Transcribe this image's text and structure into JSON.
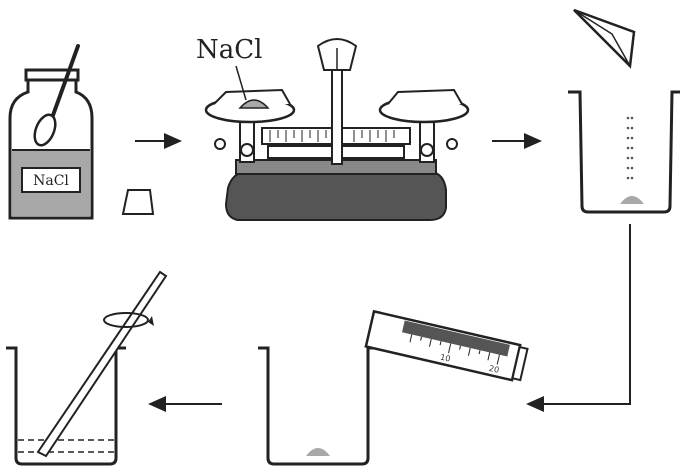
{
  "diagram": {
    "reagent_bottle": {
      "label": "NaCl"
    },
    "balance": {
      "label": "NaCl"
    },
    "graduated_cylinder": {
      "ticks": [
        "10",
        "20"
      ]
    },
    "colors": {
      "ink": "#222222",
      "gray_fill": "#a8a8a8",
      "dark_fill": "#555555",
      "paper": "#ffffff"
    }
  }
}
